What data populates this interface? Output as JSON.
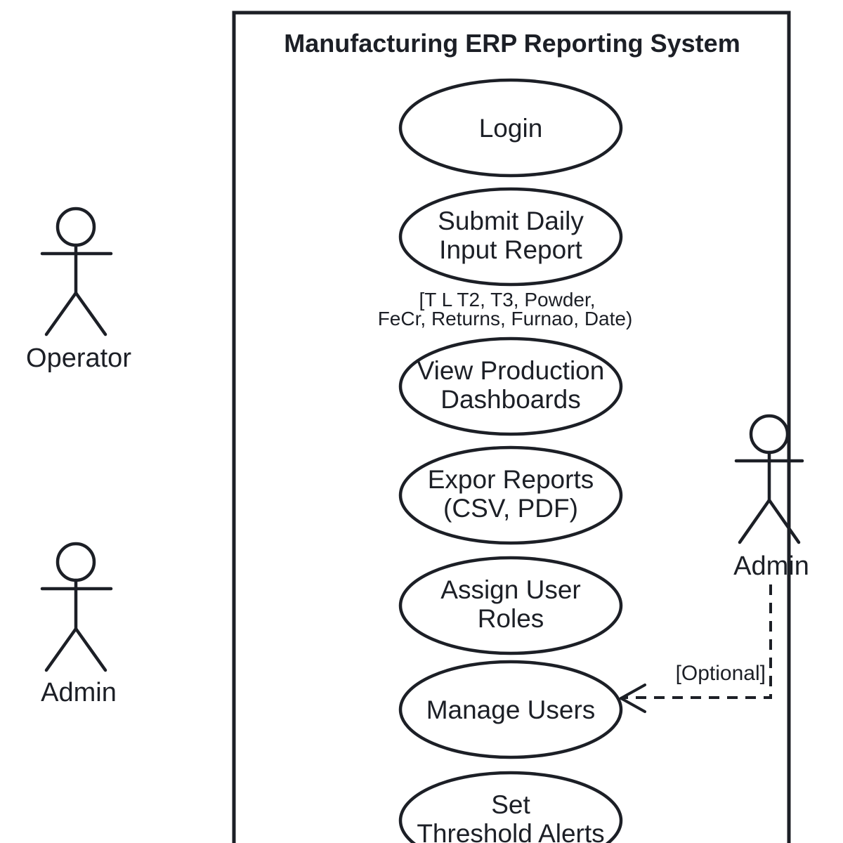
{
  "diagram": {
    "type": "uml-use-case",
    "system": {
      "title": "Manufacturing ERP Reporting System"
    },
    "actors": [
      {
        "id": "operator",
        "label": "Operator",
        "position": "left-top"
      },
      {
        "id": "admin-left",
        "label": "Admin",
        "position": "left-bottom"
      },
      {
        "id": "admin-right",
        "label": "Admin",
        "position": "right"
      }
    ],
    "use_cases": [
      {
        "id": "login",
        "lines": [
          "Login"
        ]
      },
      {
        "id": "submit-daily-input-report",
        "lines": [
          "Submit Daily",
          "Input Report"
        ]
      },
      {
        "id": "view-production-dashboards",
        "lines": [
          "View Production",
          "Dashboards"
        ]
      },
      {
        "id": "export-reports",
        "lines": [
          "Expor Reports",
          "(CSV, PDF)"
        ]
      },
      {
        "id": "assign-user-roles",
        "lines": [
          "Assign User",
          "Roles"
        ]
      },
      {
        "id": "manage-users",
        "lines": [
          "Manage Users"
        ]
      },
      {
        "id": "set-threshold-alerts",
        "lines": [
          "Set",
          "Threshold Alerts"
        ]
      }
    ],
    "annotations": {
      "submit_note": {
        "lines": [
          "[T L T2, T3, Powder,",
          "FeCr, Returns, Furnao, Date)"
        ]
      },
      "optional_note": {
        "label": "[Optional]"
      }
    },
    "associations": [
      {
        "from": "operator",
        "to": "login",
        "style": "solid"
      },
      {
        "from": "operator",
        "to": "submit-daily-input-report",
        "style": "solid"
      },
      {
        "from": "operator",
        "to": "view-production-dashboards",
        "style": "solid"
      },
      {
        "from": "operator",
        "to": "export-reports",
        "style": "solid"
      },
      {
        "from": "admin-left",
        "to": "export-reports",
        "style": "solid"
      },
      {
        "from": "admin-left",
        "to": "assign-user-roles",
        "style": "solid"
      },
      {
        "from": "admin-left",
        "to": "manage-users",
        "style": "solid"
      },
      {
        "from": "admin-right",
        "to": "view-production-dashboards",
        "style": "solid"
      },
      {
        "from": "admin-right",
        "to": "export-reports",
        "style": "solid"
      },
      {
        "from": "admin-right",
        "to": "assign-user-roles",
        "style": "solid"
      },
      {
        "from": "admin-right",
        "to": "manage-users",
        "style": "dashed",
        "label": "[Optional]"
      }
    ],
    "colors": {
      "stroke": "#1c1f26",
      "background": "#ffffff",
      "text": "#1c1f26"
    }
  }
}
